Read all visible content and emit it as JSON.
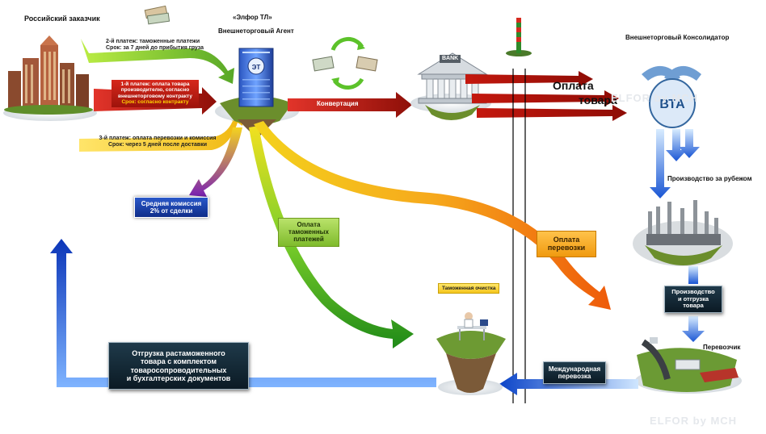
{
  "header": {
    "customer": "Российский заказчик",
    "agent_line1": "«Элфор ТЛ»",
    "agent_line2": "Внешнеторговый Агент",
    "consolidator": "Внешнеторговый Консолидатор"
  },
  "payments": {
    "p2_line1": "2-й платеж: таможенные платежи",
    "p2_line2": "Срок: за 7 дней до прибытия груза",
    "p1_line1": "1-й платеж: оплата товара",
    "p1_line2": "производителю, согласно",
    "p1_line3": "внешнеторговому контракту",
    "p1_line4": "Срок: согласно контракту",
    "p3_line1": "3-й платеж: оплата перевозки и комиссия",
    "p3_line2": "Срок: через 5 дней после доставки"
  },
  "labels": {
    "conversion": "Конвертация",
    "bank": "BANK",
    "oplata": "Оплата",
    "tovara": "товара",
    "bta": "ВТА",
    "production_abroad": "Производство за рубежом",
    "production_shipping_1": "Производство",
    "production_shipping_2": "и отгрузка",
    "production_shipping_3": "товара",
    "carrier": "Перевозчик",
    "avg_commission_1": "Средняя комиссия",
    "avg_commission_2": "2% от сделки",
    "customs_pay_1": "Оплата",
    "customs_pay_2": "таможенных",
    "customs_pay_3": "платежей",
    "transport_pay_1": "Оплата",
    "transport_pay_2": "перевозки",
    "customs_clearance": "Таможенная очистка",
    "intl_transport_1": "Международная",
    "intl_transport_2": "перевозка",
    "shipment_1": "Отгрузка растаможенного",
    "shipment_2": "товара с комплектом",
    "shipment_3": "товаросопроводительных",
    "shipment_4": "и бухгалтерских документов"
  },
  "watermarks": {
    "top": "ELFOR by MCH",
    "bottom": "ELFOR  by MCH"
  },
  "colors": {
    "green_arrow": "#6cc02a",
    "red_arrow": "#b8190f",
    "yellow_arrow": "#f2c21b",
    "purple_arrow": "#7a1fb5",
    "blue_arrow": "#1e5fd8",
    "orange_arrow": "#f07d10",
    "dark_box": "#12293a"
  }
}
